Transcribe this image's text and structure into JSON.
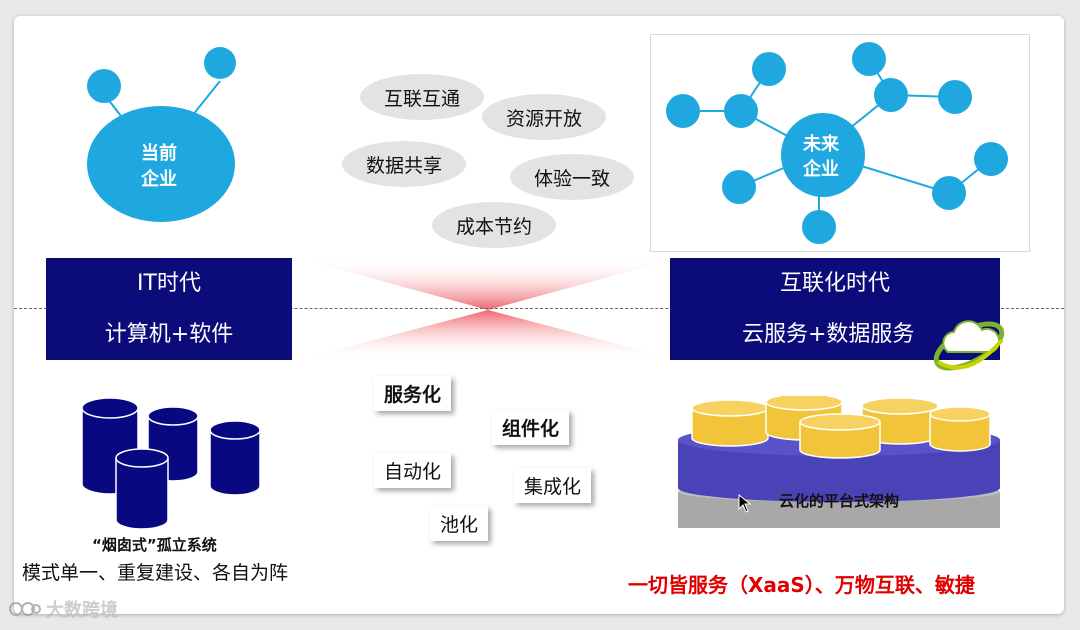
{
  "left_network": {
    "center_label_line1": "当前",
    "center_label_line2": "企业"
  },
  "right_network": {
    "center_label_line1": "未来",
    "center_label_line2": "企业"
  },
  "bubbles": [
    "互联互通",
    "资源开放",
    "数据共享",
    "体验一致",
    "成本节约"
  ],
  "left_era": {
    "title": "IT时代",
    "subtitle": "计算机+软件"
  },
  "right_era": {
    "title": "互联化时代",
    "subtitle": "云服务+数据服务"
  },
  "tags": [
    "服务化",
    "组件化",
    "自动化",
    "集成化",
    "池化"
  ],
  "silo": {
    "caption": "“烟囱式”孤立系统",
    "description": "模式单一、重复建设、各自为阵"
  },
  "platform": {
    "label": "云化的平台式架构"
  },
  "slogan": "一切皆服务（XaaS）、万物互联、敏捷",
  "watermark": "大数跨境",
  "colors": {
    "node_blue": "#1fa8e0",
    "era_navy": "#0b0b7a",
    "db_navy": "#080880",
    "slogan_red": "#e00000",
    "platform_purple": "#4a43b8",
    "cylinder_gold": "#f2c43a"
  }
}
